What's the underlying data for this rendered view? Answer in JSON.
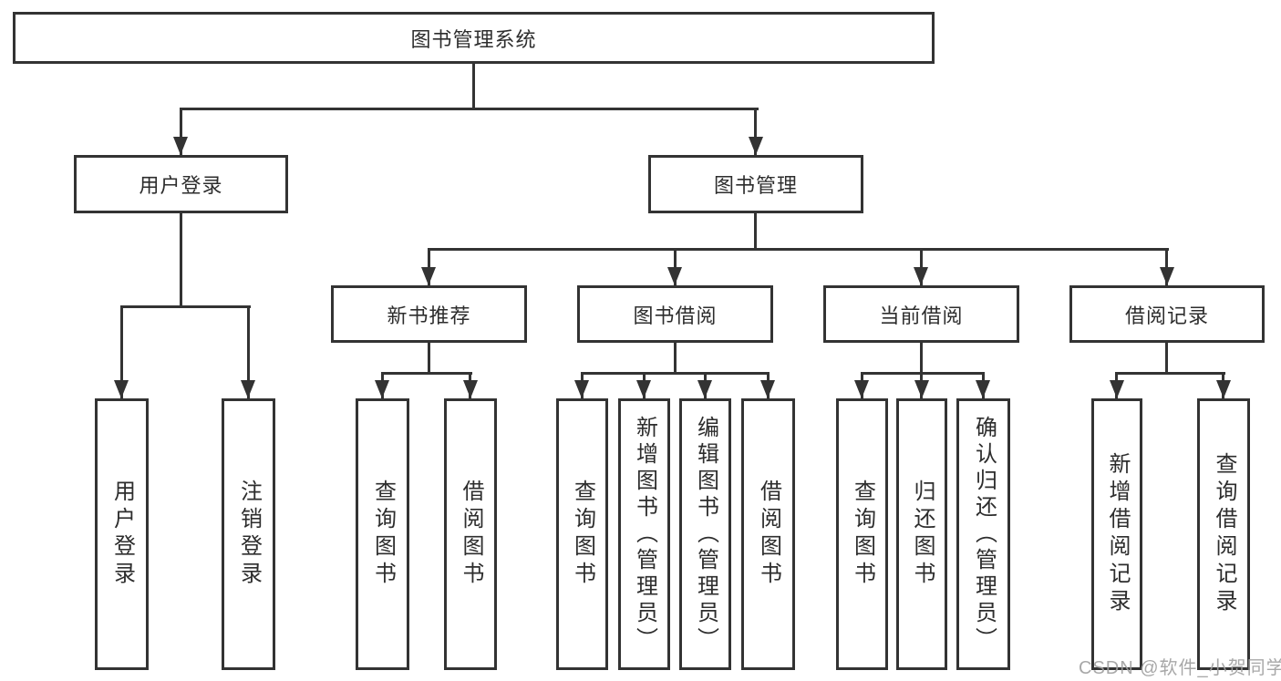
{
  "diagram": {
    "root": {
      "label": "图书管理系统"
    },
    "level2": [
      {
        "label": "用户登录",
        "children": [
          {
            "label": "用户登录"
          },
          {
            "label": "注销登录"
          }
        ]
      },
      {
        "label": "图书管理",
        "children": [
          {
            "label": "新书推荐",
            "children": [
              {
                "label": "查询图书"
              },
              {
                "label": "借阅图书"
              }
            ]
          },
          {
            "label": "图书借阅",
            "children": [
              {
                "label": "查询图书"
              },
              {
                "label": "新增图书（管理员）"
              },
              {
                "label": "编辑图书（管理员）"
              },
              {
                "label": "借阅图书"
              }
            ]
          },
          {
            "label": "当前借阅",
            "children": [
              {
                "label": "查询图书"
              },
              {
                "label": "归还图书"
              },
              {
                "label": "确认归还（管理员）"
              }
            ]
          },
          {
            "label": "借阅记录",
            "children": [
              {
                "label": "新增借阅记录"
              },
              {
                "label": "查询借阅记录"
              }
            ]
          }
        ]
      }
    ],
    "colors": {
      "line": "#333333",
      "box_border": "#333333",
      "text": "#2d2d2d",
      "watermark": "#9e9e9e",
      "background": "#ffffff"
    }
  },
  "watermark": {
    "text": "CSDN @软件_小贺同学"
  }
}
